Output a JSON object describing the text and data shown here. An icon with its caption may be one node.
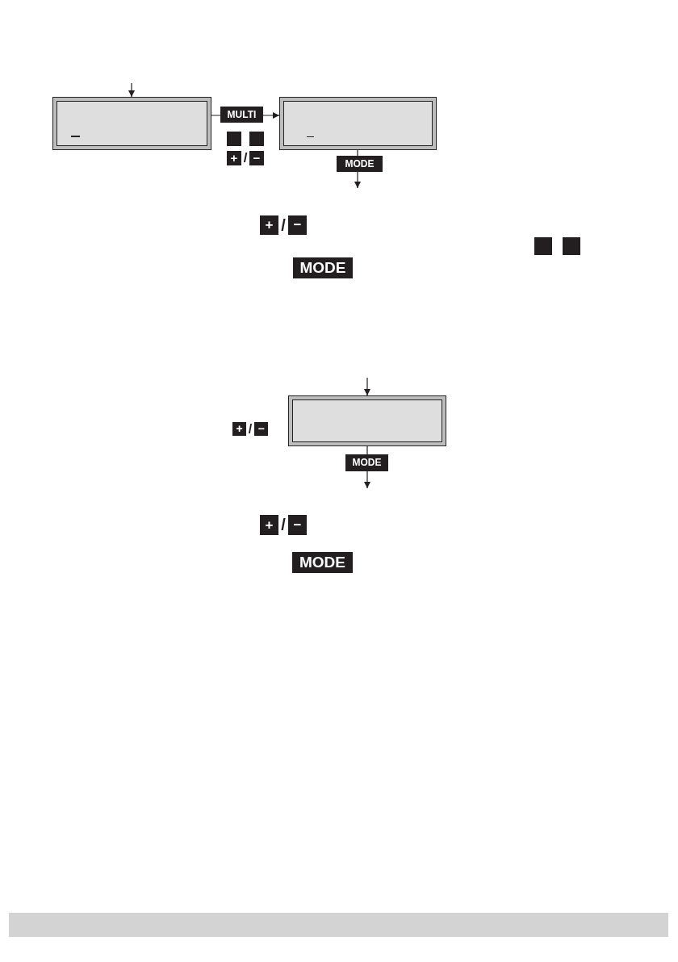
{
  "diagram": {
    "nodes": [
      {
        "text": [],
        "shape": "box"
      },
      {
        "text": [],
        "shape": "box"
      },
      {
        "text": [],
        "shape": "box"
      }
    ],
    "edges": [
      {
        "from": null,
        "to": 0,
        "arrow": "to"
      },
      {
        "from": 0,
        "to": 1,
        "arrow": "to",
        "label": "MULTI"
      },
      {
        "from": 1,
        "to": null,
        "arrow": "to",
        "label": "MODE"
      },
      {
        "from": null,
        "to": 2,
        "arrow": "to"
      },
      {
        "from": 2,
        "to": null,
        "arrow": "to",
        "label": "MODE"
      }
    ],
    "labels": [
      "+",
      "/",
      "−",
      "+",
      "/",
      "−",
      "MODE",
      "+",
      "/",
      "−",
      "+",
      "/",
      "−",
      "MODE"
    ]
  }
}
